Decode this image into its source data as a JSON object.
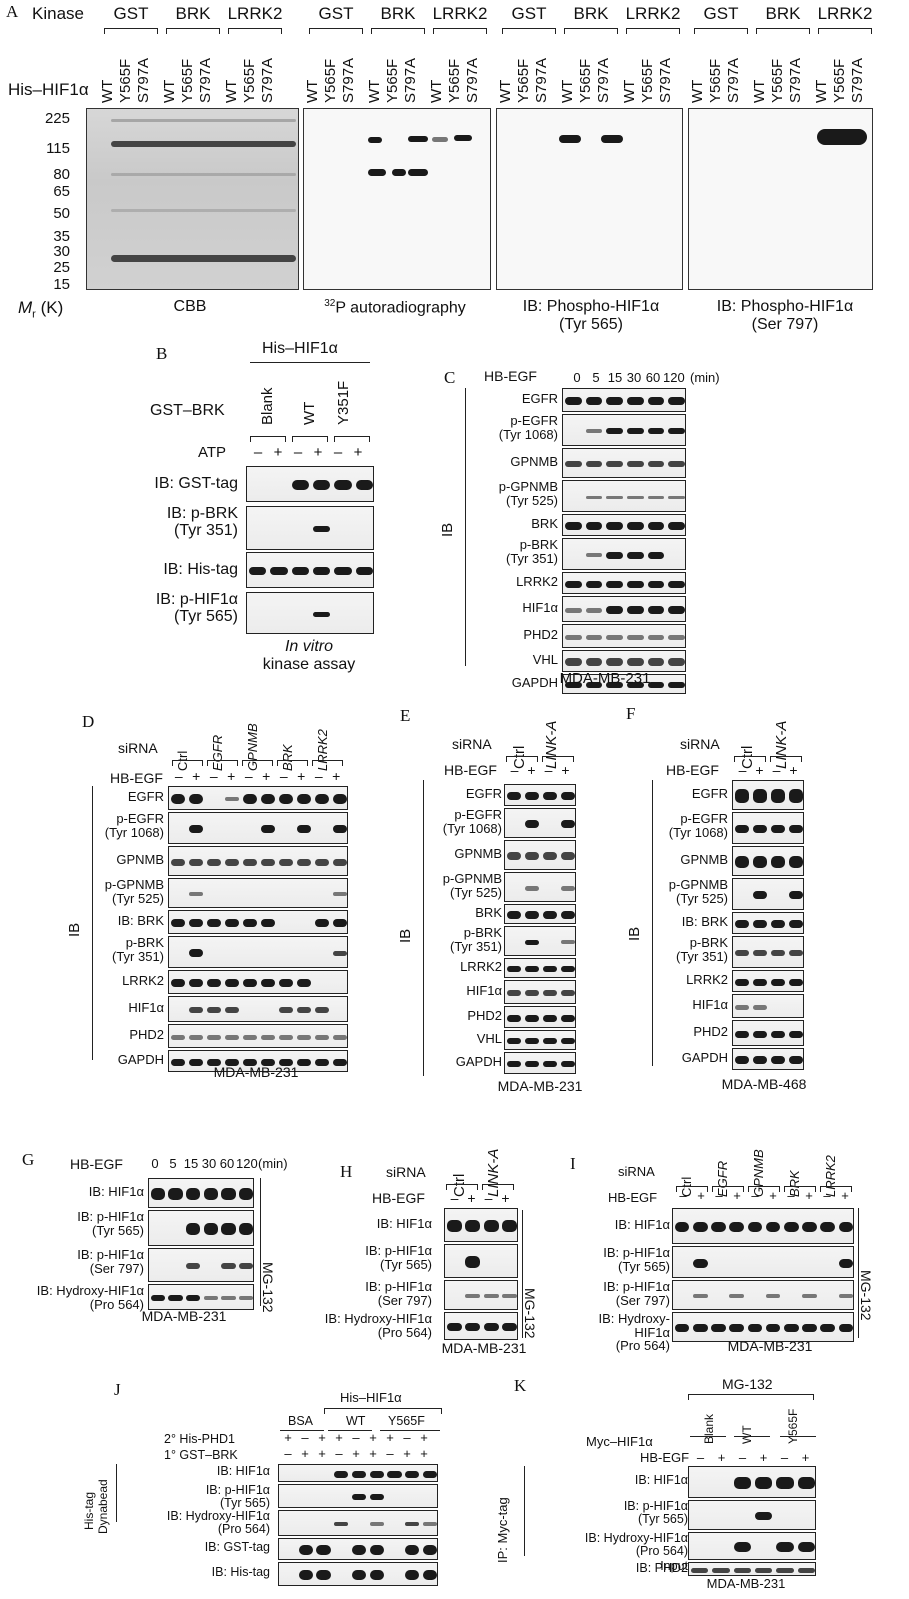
{
  "panels": {
    "A": {
      "letter": "A",
      "kinase_label": "Kinase",
      "substrate_label": "His–HIF1α",
      "kinases": [
        "GST",
        "BRK",
        "LRRK2"
      ],
      "variants": [
        "WT",
        "Y565F",
        "S797A"
      ],
      "mr_label": "M",
      "mr_sub": "r",
      "mr_unit": "(K)",
      "markers": [
        "225",
        "115",
        "80",
        "65",
        "50",
        "35",
        "30",
        "25",
        "15"
      ],
      "captions": [
        "CBB",
        "P autoradiography",
        "IB: Phospho-HIF1α",
        "IB: Phospho-HIF1α"
      ],
      "caption_sup": "32",
      "caption_sub": [
        "(Tyr 565)",
        "(Ser 797)"
      ]
    },
    "B": {
      "letter": "B",
      "top_label": "His–HIF1α",
      "row_label": "GST–BRK",
      "conditions": [
        "Blank",
        "WT",
        "Y351F"
      ],
      "atp_label": "ATP",
      "atp_signs": [
        "–",
        "+",
        "–",
        "+",
        "–",
        "+"
      ],
      "blots": [
        "IB: GST-tag",
        "IB: p-BRK",
        "IB: His-tag",
        "IB: p-HIF1α"
      ],
      "blot_sub": [
        "(Tyr 351)",
        "(Tyr 565)"
      ],
      "footer_italic": "In vitro",
      "footer": "kinase assay"
    },
    "C": {
      "letter": "C",
      "treatment": "HB-EGF",
      "times": [
        "0",
        "5",
        "15",
        "30",
        "60",
        "120"
      ],
      "unit": "(min)",
      "side": "IB",
      "blots": [
        "EGFR",
        "p-EGFR",
        "GPNMB",
        "p-GPNMB",
        "BRK",
        "p-BRK",
        "LRRK2",
        "HIF1α",
        "PHD2",
        "VHL",
        "GAPDH"
      ],
      "blot_sub": [
        "(Tyr 1068)",
        "(Tyr 525)",
        "(Tyr 351)"
      ],
      "cell_line": "MDA-MB-231"
    },
    "D": {
      "letter": "D",
      "sirna_label": "siRNA",
      "targets": [
        "Ctrl",
        "EGFR",
        "GPNMB",
        "BRK",
        "LRRK2"
      ],
      "treatment": "HB-EGF",
      "signs": [
        "–",
        "+",
        "–",
        "+",
        "–",
        "+",
        "–",
        "+",
        "–",
        "+"
      ],
      "side": "IB",
      "blots": [
        "EGFR",
        "p-EGFR",
        "GPNMB",
        "p-GPNMB",
        "IB: BRK",
        "p-BRK",
        "LRRK2",
        "HIF1α",
        "PHD2",
        "GAPDH"
      ],
      "blot_sub": [
        "(Tyr 1068)",
        "(Tyr 525)",
        "(Tyr 351)"
      ],
      "cell_line": "MDA-MB-231"
    },
    "E": {
      "letter": "E",
      "sirna_label": "siRNA",
      "targets": [
        "Ctrl",
        "LINK-A"
      ],
      "treatment": "HB-EGF",
      "signs": [
        "–",
        "+",
        "–",
        "+"
      ],
      "side": "IB",
      "blots": [
        "EGFR",
        "p-EGFR",
        "GPNMB",
        "p-GPNMB",
        "BRK",
        "p-BRK",
        "LRRK2",
        "HIF1α",
        "PHD2",
        "VHL",
        "GAPDH"
      ],
      "blot_sub": [
        "(Tyr 1068)",
        "(Tyr 525)",
        "(Tyr 351)"
      ],
      "cell_line": "MDA-MB-231"
    },
    "F": {
      "letter": "F",
      "sirna_label": "siRNA",
      "targets": [
        "Ctrl",
        "LINK-A"
      ],
      "treatment": "HB-EGF",
      "signs": [
        "–",
        "+",
        "–",
        "+"
      ],
      "side": "IB",
      "blots": [
        "EGFR",
        "p-EGFR",
        "GPNMB",
        "p-GPNMB",
        "IB: BRK",
        "p-BRK",
        "LRRK2",
        "HIF1α",
        "PHD2",
        "GAPDH"
      ],
      "blot_sub": [
        "(Tyr 1068)",
        "(Tyr 525)",
        "(Tyr 351)"
      ],
      "cell_line": "MDA-MB-468"
    },
    "G": {
      "letter": "G",
      "treatment": "HB-EGF",
      "times": [
        "0",
        "5",
        "15",
        "30",
        "60",
        "120"
      ],
      "unit": "(min)",
      "side": "MG-132",
      "blots": [
        "IB: HIF1α",
        "IB: p-HIF1α",
        "IB: p-HIF1α",
        "IB: Hydroxy-HIF1α"
      ],
      "blot_sub": [
        "(Tyr 565)",
        "(Ser 797)",
        "(Pro 564)"
      ],
      "cell_line": "MDA-MB-231"
    },
    "H": {
      "letter": "H",
      "sirna_label": "siRNA",
      "targets": [
        "Ctrl",
        "LINK-A"
      ],
      "treatment": "HB-EGF",
      "signs": [
        "–",
        "+",
        "–",
        "+"
      ],
      "side": "MG-132",
      "blots": [
        "IB: HIF1α",
        "IB: p-HIF1α",
        "IB: p-HIF1α",
        "IB: Hydroxy-HIF1α"
      ],
      "blot_sub": [
        "(Tyr 565)",
        "(Ser 797)",
        "(Pro 564)"
      ],
      "cell_line": "MDA-MB-231"
    },
    "I": {
      "letter": "I",
      "sirna_label": "siRNA",
      "targets": [
        "Ctrl",
        "EGFR",
        "GPNMB",
        "BRK",
        "LRRK2"
      ],
      "treatment": "HB-EGF",
      "signs": [
        "–",
        "+",
        "–",
        "+",
        "–",
        "+",
        "–",
        "+",
        "–",
        "+"
      ],
      "side": "MG-132",
      "blots": [
        "IB: HIF1α",
        "IB: p-HIF1α",
        "IB: p-HIF1α",
        "IB: Hydroxy-HIF1α"
      ],
      "blot_sub": [
        "(Tyr 565)",
        "(Ser 797)",
        "(Pro 564)"
      ],
      "cell_line": "MDA-MB-231"
    },
    "J": {
      "letter": "J",
      "top_label": "His–HIF1α",
      "groups": [
        "BSA",
        "WT",
        "Y565F"
      ],
      "row1": "2° His-PHD1",
      "row2": "1° GST–BRK",
      "row1_signs": [
        "+",
        "–",
        "+",
        "+",
        "–",
        "+",
        "+",
        "–",
        "+"
      ],
      "row2_signs": [
        "–",
        "+",
        "+",
        "–",
        "+",
        "+",
        "–",
        "+",
        "+"
      ],
      "side1": "His-tag",
      "side2": "Dynabead",
      "blots": [
        "IB: HIF1α",
        "IB: p-HIF1α",
        "IB: Hydroxy-HIF1α",
        "IB: GST-tag",
        "IB: His-tag"
      ],
      "blot_sub": [
        "(Tyr 565)",
        "(Pro 564)"
      ]
    },
    "K": {
      "letter": "K",
      "top_label": "MG-132",
      "row_label": "Myc–HIF1α",
      "conditions": [
        "Blank",
        "WT",
        "Y565F"
      ],
      "treatment": "HB-EGF",
      "signs": [
        "–",
        "+",
        "–",
        "+",
        "–",
        "+"
      ],
      "side": "IP: Myc-tag",
      "blots": [
        "IB: HIF1α",
        "IB: p-HIF1α",
        "IB: Hydroxy-HIF1α",
        "Input",
        "IB: PHD2"
      ],
      "blot_sub": [
        "(Tyr 565)",
        "(Pro 564)"
      ],
      "cell_line": "MDA-MB-231"
    }
  }
}
